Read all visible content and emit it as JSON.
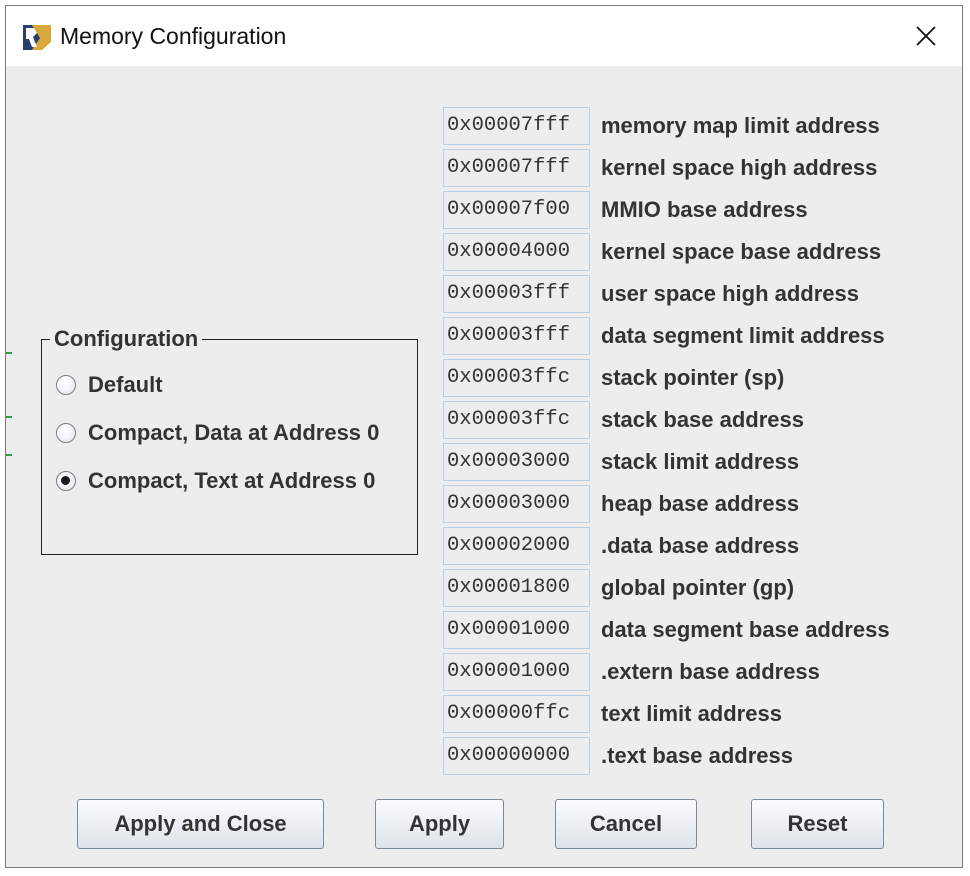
{
  "window": {
    "title": "Memory Configuration",
    "icons": {
      "app": "rars-logo-icon",
      "close": "close-icon"
    }
  },
  "configuration": {
    "legend": "Configuration",
    "options": [
      {
        "label": "Default",
        "checked": false
      },
      {
        "label": "Compact, Data at Address 0",
        "checked": false
      },
      {
        "label": "Compact, Text at Address 0",
        "checked": true
      }
    ]
  },
  "addresses": [
    {
      "value": "0x00007fff",
      "label": "memory map limit address"
    },
    {
      "value": "0x00007fff",
      "label": "kernel space high address"
    },
    {
      "value": "0x00007f00",
      "label": "MMIO base address"
    },
    {
      "value": "0x00004000",
      "label": "kernel space base address"
    },
    {
      "value": "0x00003fff",
      "label": "user space high address"
    },
    {
      "value": "0x00003fff",
      "label": "data segment limit address"
    },
    {
      "value": "0x00003ffc",
      "label": "stack pointer (sp)"
    },
    {
      "value": "0x00003ffc",
      "label": "stack base address"
    },
    {
      "value": "0x00003000",
      "label": "stack limit address"
    },
    {
      "value": "0x00003000",
      "label": "heap base address"
    },
    {
      "value": "0x00002000",
      "label": ".data base address"
    },
    {
      "value": "0x00001800",
      "label": "global pointer (gp)"
    },
    {
      "value": "0x00001000",
      "label": "data segment base address"
    },
    {
      "value": "0x00001000",
      "label": ".extern base address"
    },
    {
      "value": "0x00000ffc",
      "label": "text limit address"
    },
    {
      "value": "0x00000000",
      "label": ".text base address"
    }
  ],
  "buttons": {
    "apply_close": "Apply and Close",
    "apply": "Apply",
    "cancel": "Cancel",
    "reset": "Reset"
  },
  "colors": {
    "window_bg": "#ededed",
    "field_border": "#b8cfe5",
    "logo_navy": "#2c3e6b",
    "logo_gold": "#d8a93a"
  }
}
